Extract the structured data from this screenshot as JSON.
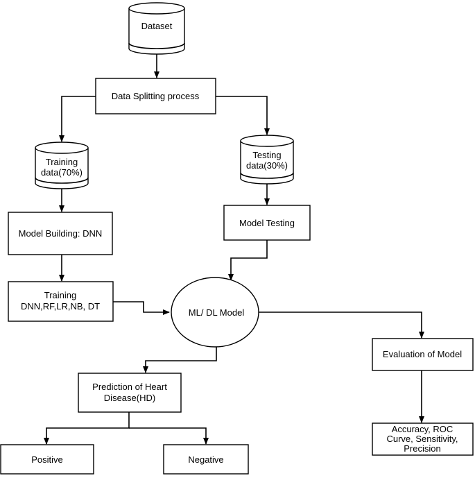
{
  "nodes": {
    "dataset": {
      "label": "Dataset"
    },
    "data_splitting": {
      "label": "Data Splitting process"
    },
    "training_data": {
      "line1": "Training",
      "line2": "data(70%)"
    },
    "testing_data": {
      "line1": "Testing",
      "line2": "data(30%)"
    },
    "model_building": {
      "label": "Model Building: DNN"
    },
    "model_testing": {
      "label": "Model Testing"
    },
    "training_algos": {
      "line1": "Training",
      "line2": "DNN,RF,LR,NB, DT"
    },
    "ml_dl_model": {
      "label": "ML/ DL Model"
    },
    "evaluation": {
      "label": "Evaluation of Model"
    },
    "prediction": {
      "line1": "Prediction of Heart",
      "line2": "Disease(HD)"
    },
    "metrics": {
      "line1": "Accuracy, ROC",
      "line2": "Curve, Sensitivity,",
      "line3": "Precision"
    },
    "positive": {
      "label": "Positive"
    },
    "negative": {
      "label": "Negative"
    }
  }
}
